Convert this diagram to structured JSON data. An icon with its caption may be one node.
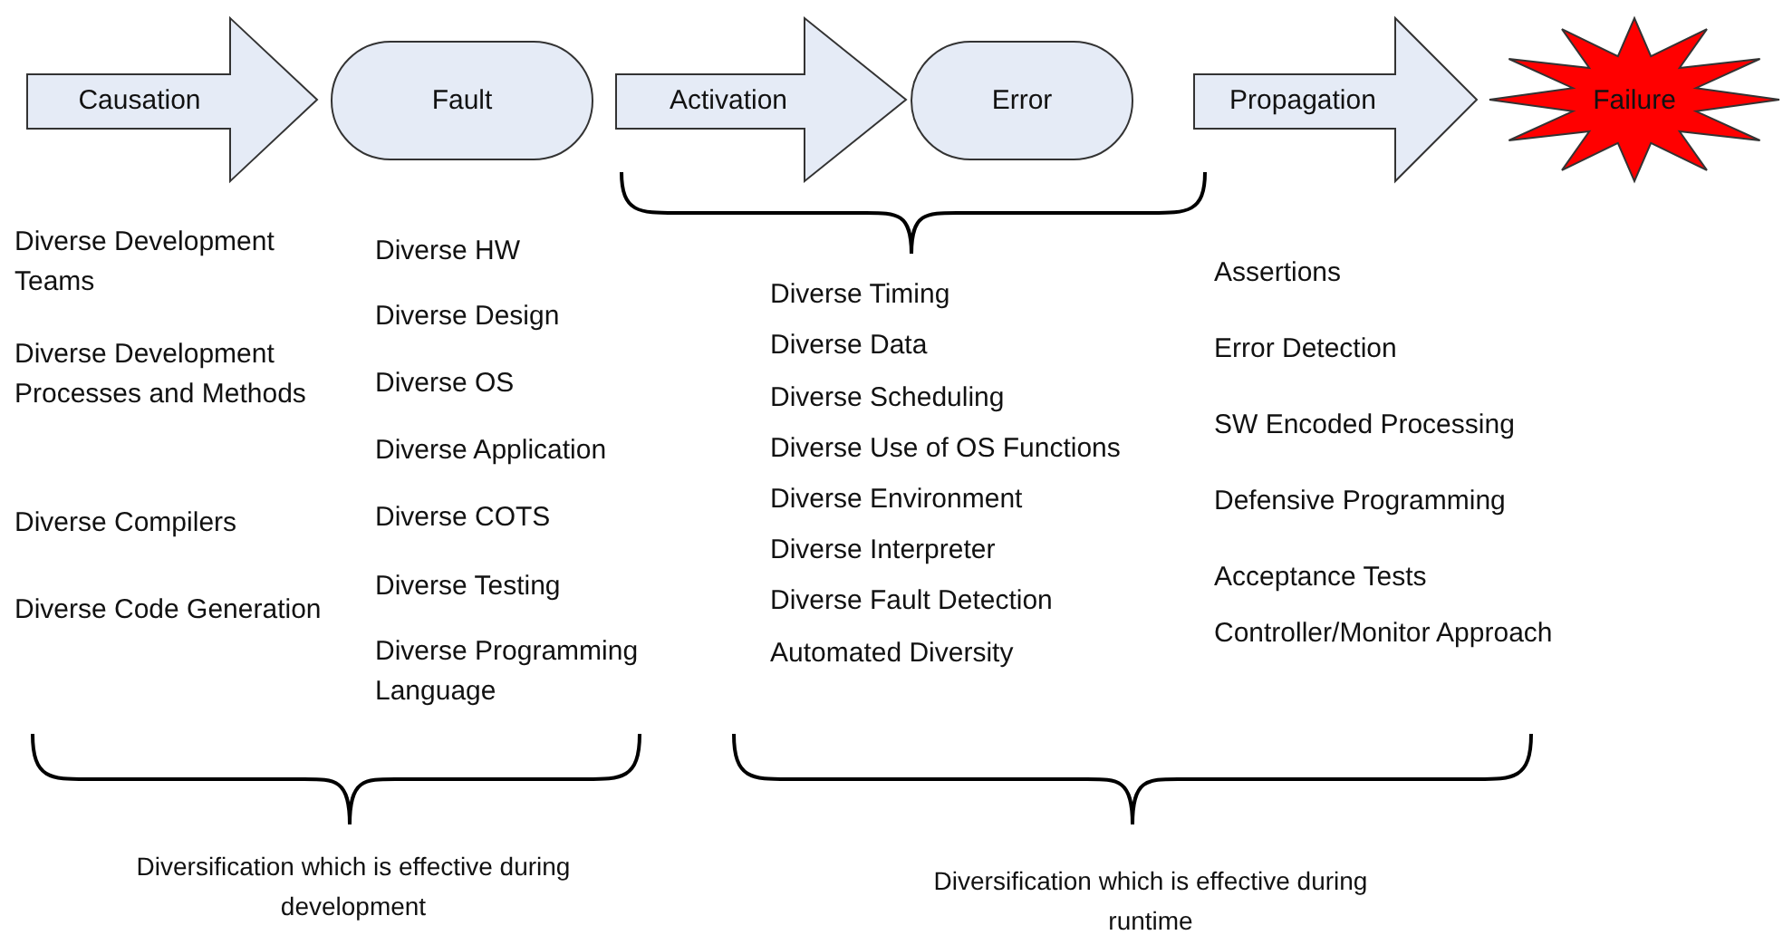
{
  "diagram": {
    "nodes": [
      {
        "text": [
          "Causation"
        ]
      },
      {
        "text": [
          "Fault"
        ]
      },
      {
        "text": [
          "Activation"
        ]
      },
      {
        "text": [
          "Error"
        ]
      },
      {
        "text": [
          "Propagation"
        ]
      },
      {
        "text": [
          "Failure"
        ]
      }
    ],
    "labels": [
      "Diverse Development Teams",
      "Diverse Development Processes and Methods",
      "Diverse Compilers",
      "Diverse Code Generation",
      "Diverse HW",
      "Diverse Design",
      "Diverse OS",
      "Diverse Application",
      "Diverse COTS",
      "Diverse Testing",
      "Diverse Programming Language",
      "Diverse Timing",
      "Diverse Data",
      "Diverse Scheduling",
      "Diverse Use of OS Functions",
      "Diverse Environment",
      "Diverse Interpreter",
      "Diverse Fault Detection",
      "Automated Diversity",
      "Assertions",
      "Error Detection",
      "SW Encoded Processing",
      "Defensive Programming",
      "Acceptance Tests",
      "Controller/Monitor Approach",
      "Diversification which is effective during development",
      "Diversification which is effective during runtime"
    ]
  }
}
